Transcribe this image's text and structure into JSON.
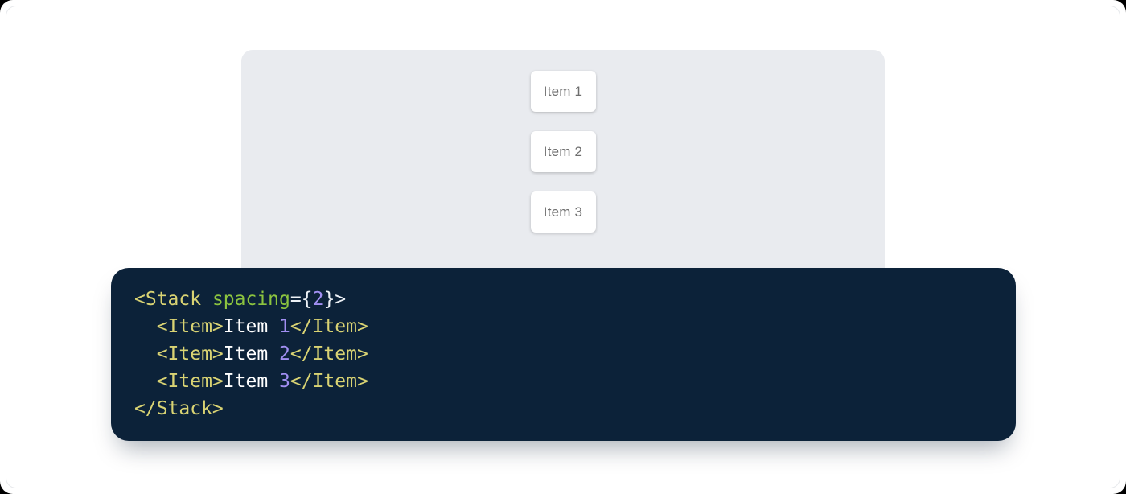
{
  "colors": {
    "page_bg": "#ffffff",
    "card_border": "#e7e9ec",
    "preview_bg": "#e9ebef",
    "item_bg": "#ffffff",
    "item_text": "#6e6e6e",
    "code_bg": "#0c2239",
    "tokens": {
      "tag": "#d9d373",
      "attr": "#8cc43f",
      "punct": "#edf1f6",
      "text": "#ffffff",
      "num": "#a18ff2"
    }
  },
  "preview": {
    "items": [
      {
        "label": "Item 1"
      },
      {
        "label": "Item 2"
      },
      {
        "label": "Item 3"
      }
    ]
  },
  "code": {
    "raw": "<Stack spacing={2}>\n  <Item>Item 1</Item>\n  <Item>Item 2</Item>\n  <Item>Item 3</Item>\n</Stack>",
    "lines": [
      {
        "tokens": [
          {
            "c": "tag",
            "t": "<Stack "
          },
          {
            "c": "attr",
            "t": "spacing"
          },
          {
            "c": "punct",
            "t": "={"
          },
          {
            "c": "num",
            "t": "2"
          },
          {
            "c": "punct",
            "t": "}>"
          }
        ]
      },
      {
        "tokens": [
          {
            "c": "tag",
            "t": "  <Item>"
          },
          {
            "c": "text",
            "t": "Item "
          },
          {
            "c": "num",
            "t": "1"
          },
          {
            "c": "tag",
            "t": "</Item>"
          }
        ]
      },
      {
        "tokens": [
          {
            "c": "tag",
            "t": "  <Item>"
          },
          {
            "c": "text",
            "t": "Item "
          },
          {
            "c": "num",
            "t": "2"
          },
          {
            "c": "tag",
            "t": "</Item>"
          }
        ]
      },
      {
        "tokens": [
          {
            "c": "tag",
            "t": "  <Item>"
          },
          {
            "c": "text",
            "t": "Item "
          },
          {
            "c": "num",
            "t": "3"
          },
          {
            "c": "tag",
            "t": "</Item>"
          }
        ]
      },
      {
        "tokens": [
          {
            "c": "tag",
            "t": "</Stack>"
          }
        ]
      }
    ]
  }
}
